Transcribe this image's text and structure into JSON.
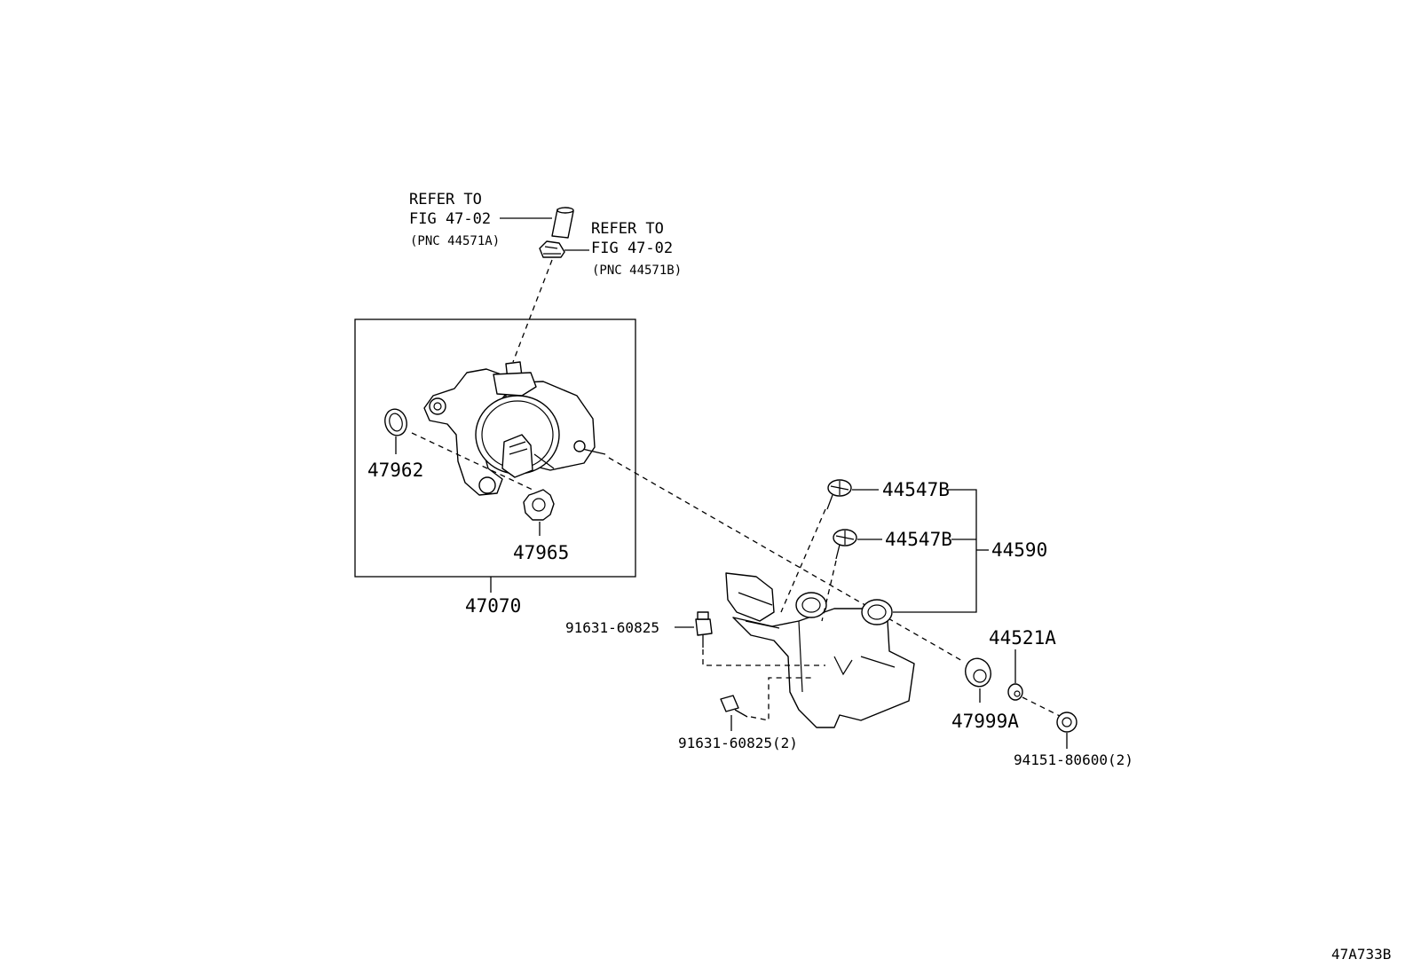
{
  "diagram": {
    "figure_code": "47A733B",
    "refs": [
      {
        "line1": "REFER TO",
        "line2": "FIG 47-02",
        "pnc": "(PNC 44571A)"
      },
      {
        "line1": "REFER TO",
        "line2": "FIG 47-02",
        "pnc": "(PNC 44571B)"
      }
    ],
    "parts": {
      "seal_ring": "47962",
      "pump_assy": "47070",
      "gear": "47965",
      "bolt_upper": "44547B",
      "bolt_lower": "44547B",
      "bracket_assy": "44590",
      "bolt_left": "91631-60825",
      "bolt_bottom": "91631-60825(2)",
      "cap": "44521A",
      "grommet": "47999A",
      "nut": "94151-80600(2)"
    }
  }
}
